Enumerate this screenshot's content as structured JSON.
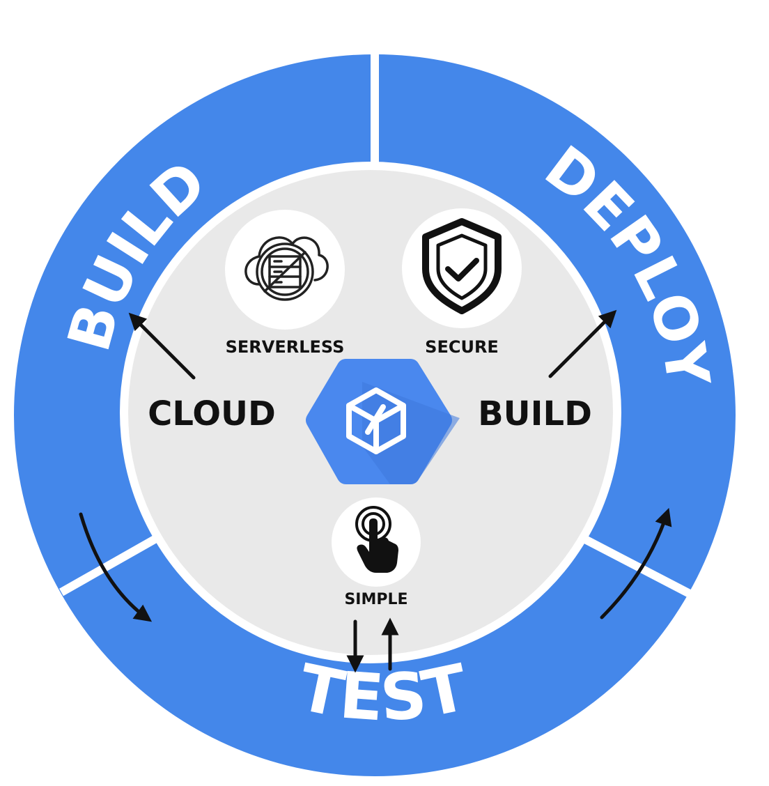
{
  "ring": {
    "build": "BUILD",
    "deploy": "DEPLOY",
    "test": "TEST"
  },
  "inner": {
    "cloud": "CLOUD",
    "build": "BUILD"
  },
  "features": {
    "serverless": "SERVERLESS",
    "secure": "SECURE",
    "simple": "SIMPLE"
  },
  "icons": {
    "serverless": "serverless-icon",
    "secure": "shield-check-icon",
    "simple": "tap-hand-icon",
    "center": "cloud-build-hexagon-icon"
  },
  "colors": {
    "ring": "#4487ea",
    "inner": "#e9e9e9",
    "hex_light": "#5a95f2",
    "hex_dark": "#3f7be0",
    "text": "#111111"
  }
}
